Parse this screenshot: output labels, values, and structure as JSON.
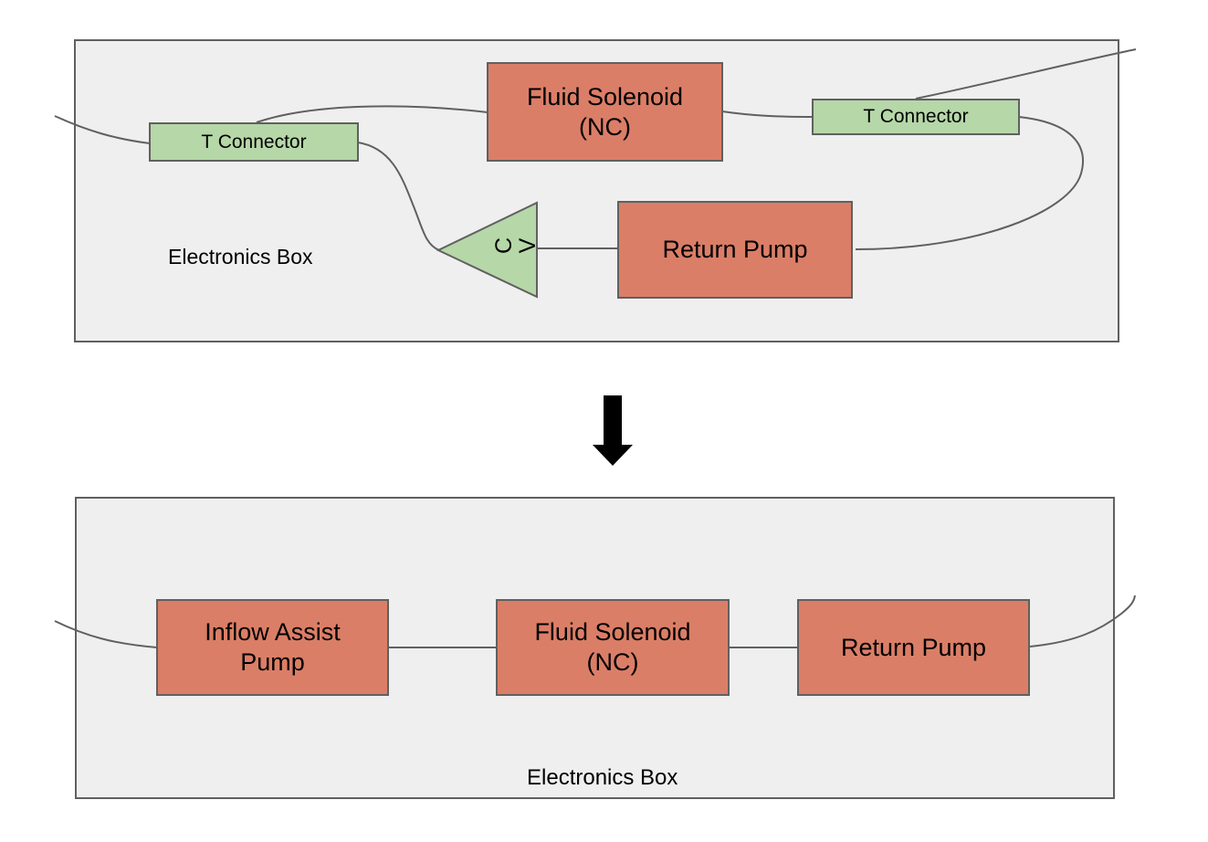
{
  "colors": {
    "component_fill": "#db7e67",
    "connector_fill": "#b6d7a8",
    "box_fill": "#efefef",
    "stroke": "#606060",
    "arrow_fill": "#000000"
  },
  "top_diagram": {
    "box_label": "Electronics Box",
    "t_connector_left": {
      "label": "T Connector"
    },
    "fluid_solenoid": {
      "line1": "Fluid Solenoid",
      "line2": "(NC)"
    },
    "t_connector_right": {
      "label": "T Connector"
    },
    "check_valve": {
      "letter1": "C",
      "letter2": "V"
    },
    "return_pump": {
      "label": "Return Pump"
    }
  },
  "transition_arrow": {
    "direction": "down"
  },
  "bottom_diagram": {
    "box_label": "Electronics Box",
    "inflow_assist_pump": {
      "line1": "Inflow Assist",
      "line2": "Pump"
    },
    "fluid_solenoid": {
      "line1": "Fluid Solenoid",
      "line2": "(NC)"
    },
    "return_pump": {
      "label": "Return Pump"
    }
  }
}
